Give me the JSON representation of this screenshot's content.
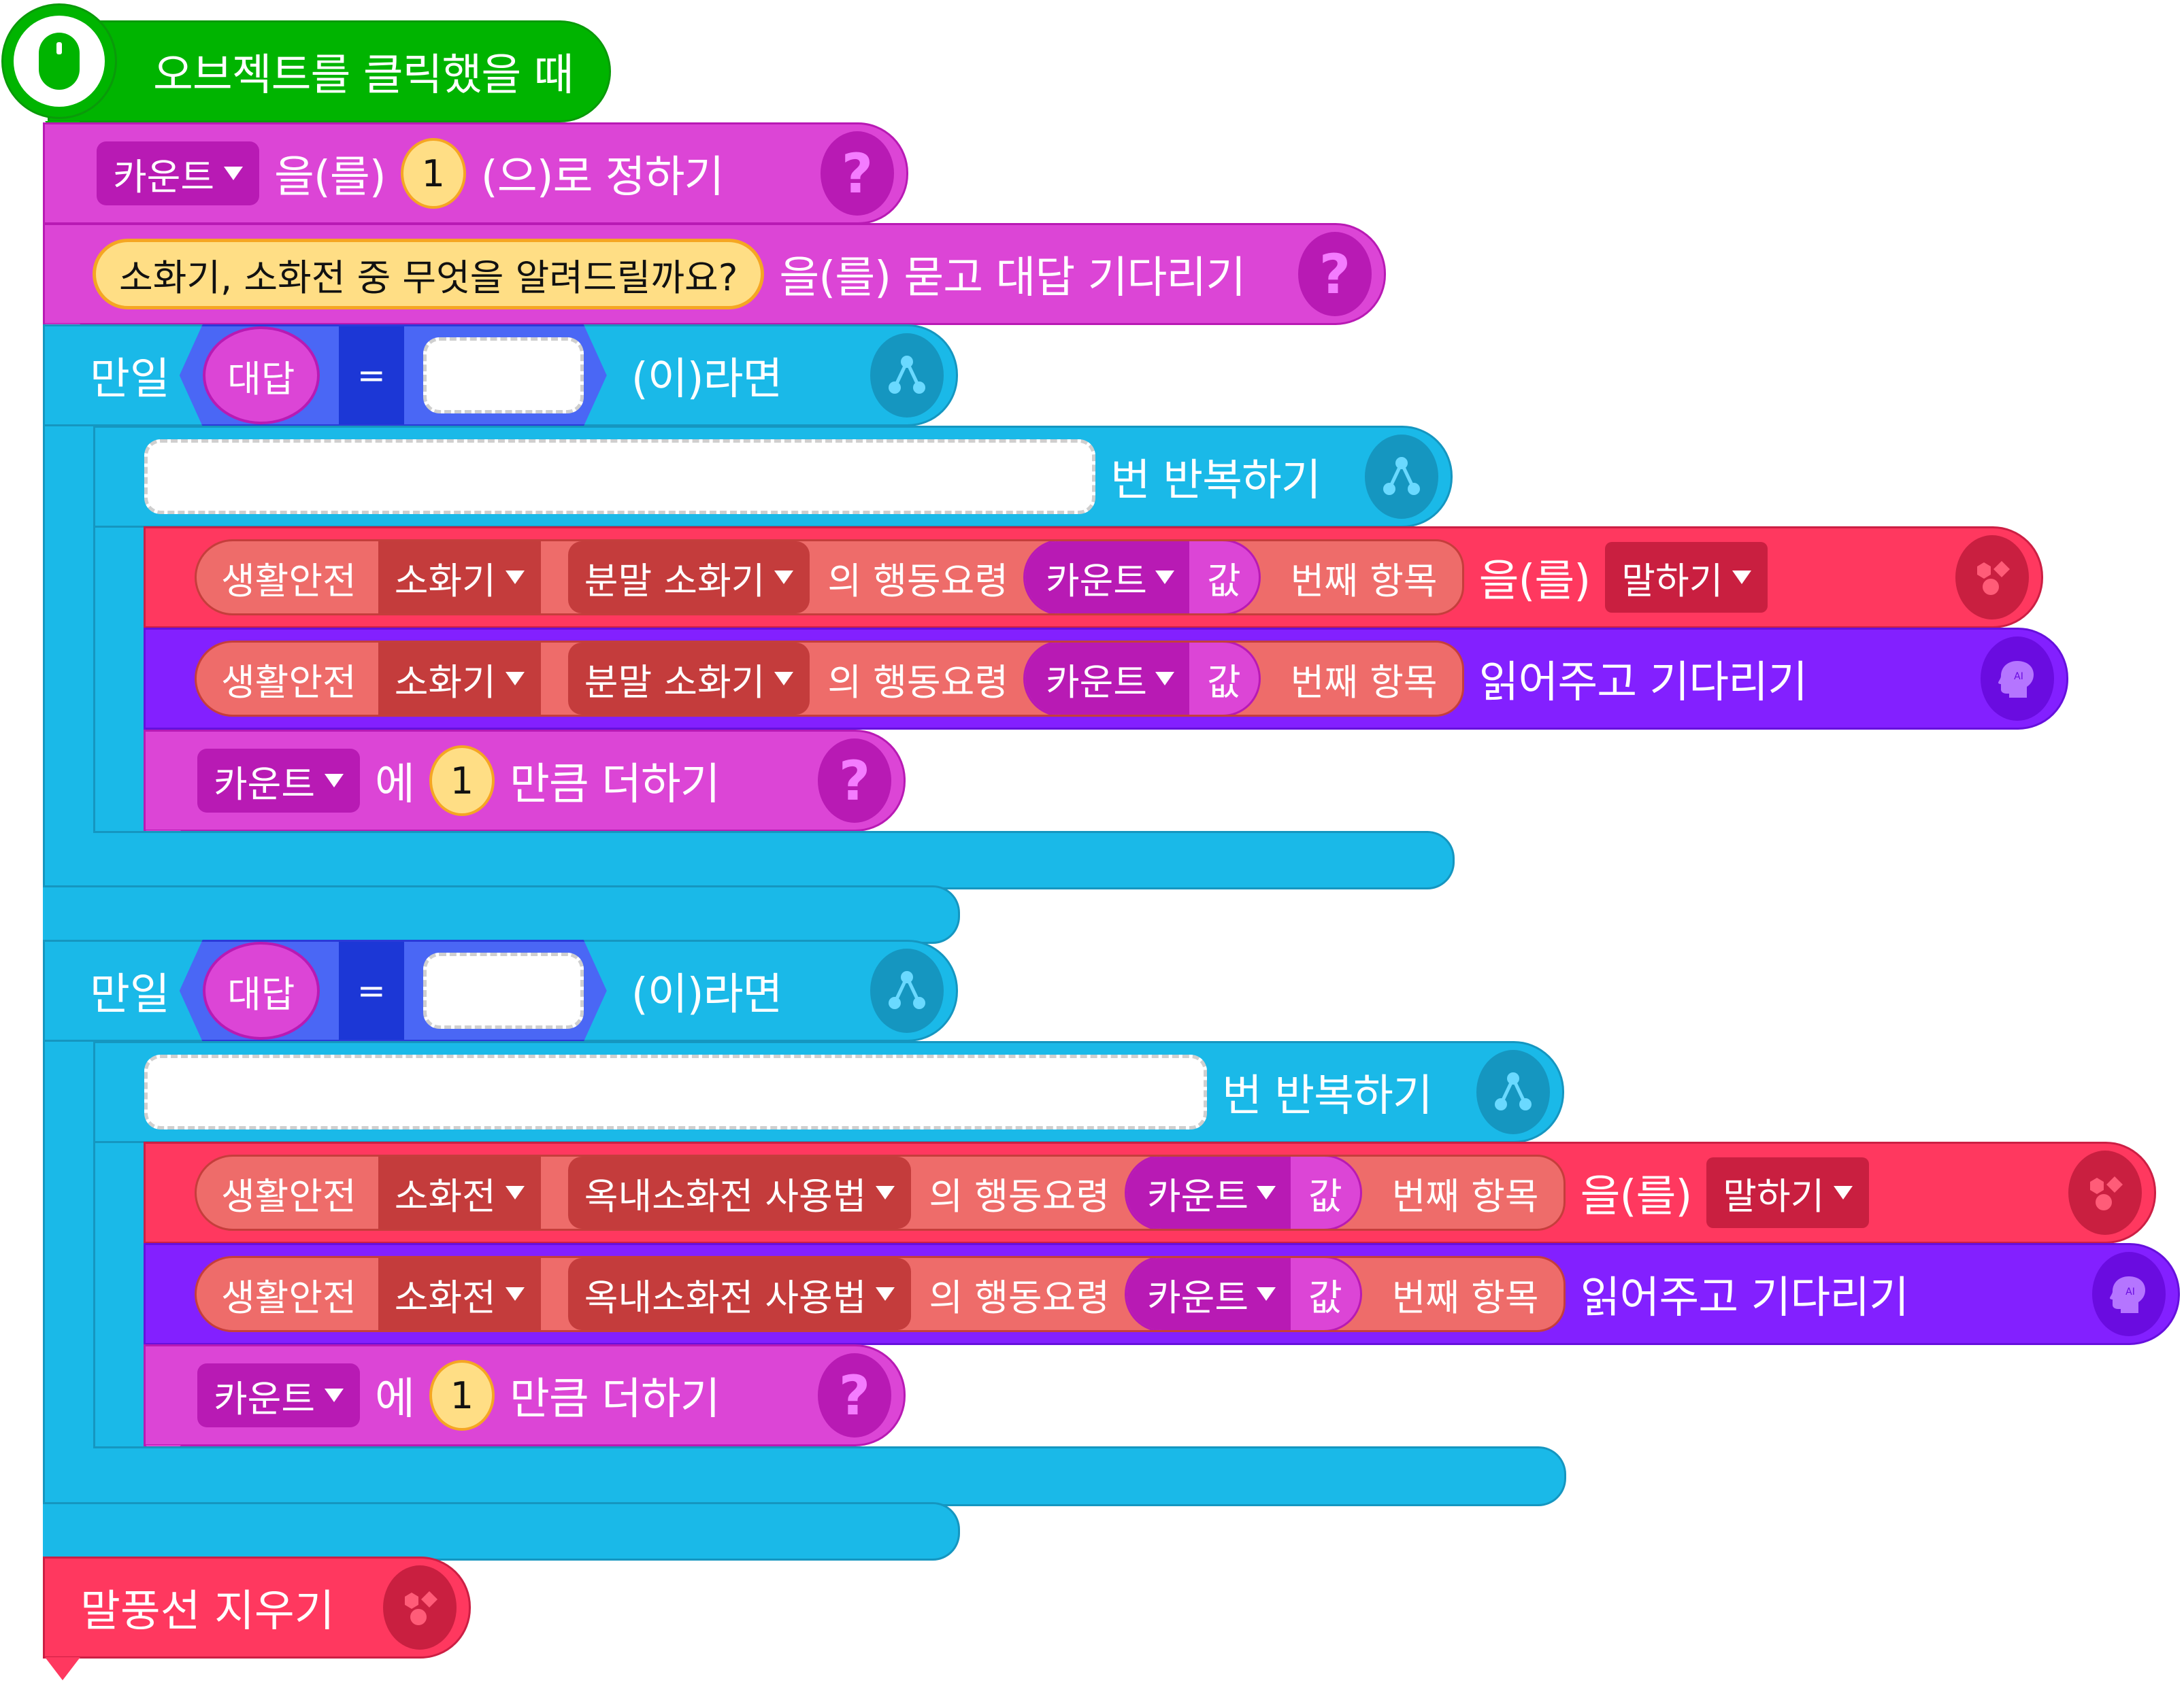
{
  "colors": {
    "start": "#00b400",
    "variable": "#dc45d6",
    "flow": "#1ab9e8",
    "looks": "#ff385f",
    "ai": "#8320ff",
    "data_reporter": "#ee6c6a",
    "number_input": "#ffde85"
  },
  "hat": {
    "label": "오브젝트를 클릭했을 때",
    "icon": "mouse-icon"
  },
  "set_var": {
    "variable": "카운트",
    "label1": "을(를)",
    "value": "1",
    "label2": "(으)로 정하기",
    "icon": "question-icon"
  },
  "ask": {
    "question": "소화기, 소화전 중 무엇을 알려드릴까요?",
    "label": "을(를) 묻고 대답 기다리기",
    "icon": "question-icon"
  },
  "if_blocks": [
    {
      "label_if": "만일",
      "left": "대답",
      "operator": "=",
      "right": "",
      "label_then": "(이)라면",
      "icon": "flow-icon",
      "repeat": {
        "count": "",
        "label": "번 반복하기",
        "icon": "flow-icon"
      },
      "say": {
        "category": "생활안전",
        "dataset": "소화기",
        "item": "분말 소화기",
        "label_of": "의 행동요령",
        "index_var": "카운트",
        "index_val": "값",
        "label_nth": "번째 항목",
        "label_obj": "을(를)",
        "action": "말하기",
        "icon": "looks-icon"
      },
      "read": {
        "category": "생활안전",
        "dataset": "소화기",
        "item": "분말 소화기",
        "label_of": "의 행동요령",
        "index_var": "카운트",
        "index_val": "값",
        "label_nth": "번째 항목",
        "label": "읽어주고 기다리기",
        "icon": "ai-head-icon"
      },
      "add": {
        "variable": "카운트",
        "label1": "에",
        "value": "1",
        "label2": "만큼 더하기",
        "icon": "question-icon"
      }
    },
    {
      "label_if": "만일",
      "left": "대답",
      "operator": "=",
      "right": "",
      "label_then": "(이)라면",
      "icon": "flow-icon",
      "repeat": {
        "count": "",
        "label": "번 반복하기",
        "icon": "flow-icon"
      },
      "say": {
        "category": "생활안전",
        "dataset": "소화전",
        "item": "옥내소화전 사용법",
        "label_of": "의 행동요령",
        "index_var": "카운트",
        "index_val": "값",
        "label_nth": "번째 항목",
        "label_obj": "을(를)",
        "action": "말하기",
        "icon": "looks-icon"
      },
      "read": {
        "category": "생활안전",
        "dataset": "소화전",
        "item": "옥내소화전 사용법",
        "label_of": "의 행동요령",
        "index_var": "카운트",
        "index_val": "값",
        "label_nth": "번째 항목",
        "label": "읽어주고 기다리기",
        "icon": "ai-head-icon"
      },
      "add": {
        "variable": "카운트",
        "label1": "에",
        "value": "1",
        "label2": "만큼 더하기",
        "icon": "question-icon"
      }
    }
  ],
  "clear": {
    "label": "말풍선 지우기",
    "icon": "looks-icon"
  }
}
